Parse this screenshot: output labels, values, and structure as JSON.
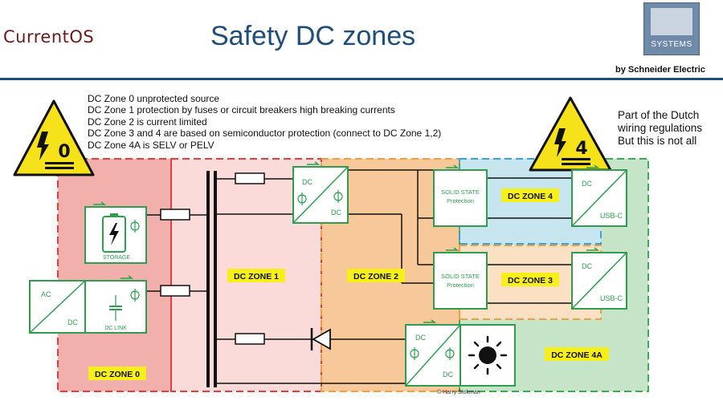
{
  "header": {
    "logo_text": "CurrentOS",
    "title": "Safety DC zones",
    "brand_box_text": "SYSTEMS",
    "brand_by_text": "by Schneider Electric"
  },
  "legend_lines": [
    "DC Zone 0 unprotected source",
    "DC Zone 1 protection by fuses or circuit breakers high breaking currents",
    "DC Zone 2 is current limited",
    "DC Zone 3 and 4 are based on semiconductor protection (connect to DC Zone 1,2)",
    "DC Zone 4A is SELV or PELV"
  ],
  "note_lines": [
    "Part of the Dutch",
    "wiring regulations",
    "But this is not all"
  ],
  "warning_signs": [
    {
      "label": "0"
    },
    {
      "label": "4"
    }
  ],
  "zones": {
    "zone0": "DC ZONE 0",
    "zone1": "DC ZONE 1",
    "zone2": "DC ZONE 2",
    "zone3": "DC ZONE 3",
    "zone4": "DC ZONE 4",
    "zone4a": "DC ZONE 4A"
  },
  "components": {
    "storage_label": "STORAGE",
    "ac_label": "AC",
    "dc_label": "DC",
    "dclink_label": "DC LINK",
    "usbc_label": "USB-C",
    "solid_state_line1": "SOLID STATE",
    "solid_state_line2": "Protection"
  },
  "credit": "© Harry Stokman",
  "colors": {
    "title_blue": "#1e4d7a",
    "zone_red": "#e04040",
    "zone_orange": "#f0a040",
    "zone_green": "#3aaa55",
    "zone_blue": "#3aa0e0",
    "label_yellow": "#f7ef1a",
    "component_green": "#2e9e4e"
  }
}
